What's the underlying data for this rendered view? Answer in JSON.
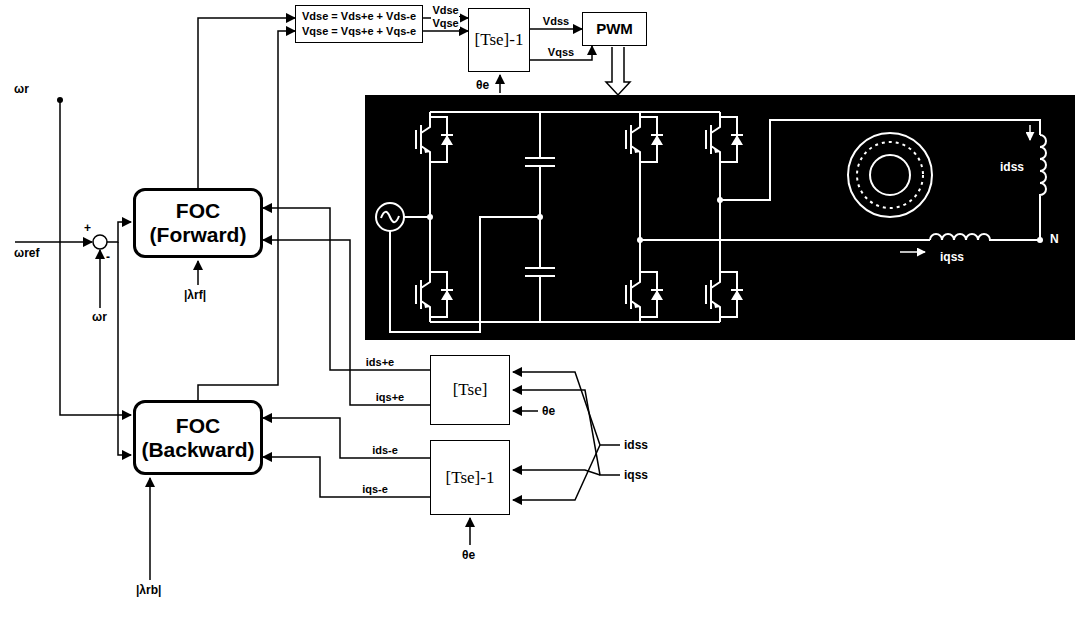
{
  "diagram": {
    "nodes": [
      {
        "text": [
          "Vdse = Vds+e + Vds-e",
          "Vqse = Vqs+e + Vqs-e"
        ]
      },
      {
        "text": [
          "[Tse]-1"
        ]
      },
      {
        "text": [
          "PWM"
        ]
      },
      {
        "text": [
          "FOC (Forward)"
        ]
      },
      {
        "text": [
          "[Tse]"
        ]
      },
      {
        "text": [
          "[Tse]-1"
        ]
      },
      {
        "text": [
          "FOC (Backward)"
        ]
      }
    ],
    "edges": [
      {
        "from": 3,
        "to": 0,
        "arrow": "to"
      },
      {
        "from": 6,
        "to": 0,
        "arrow": "to"
      },
      {
        "from": 0,
        "to": 1,
        "arrow": "to",
        "label": "Vdse"
      },
      {
        "from": 0,
        "to": 1,
        "arrow": "to",
        "label": "Vqse"
      },
      {
        "from": 1,
        "to": 2,
        "arrow": "to",
        "label": "Vdss"
      },
      {
        "from": 1,
        "to": 2,
        "arrow": "to",
        "label": "Vqss"
      },
      {
        "from": 4,
        "to": 3,
        "arrow": "to",
        "label": "ids+e"
      },
      {
        "from": 4,
        "to": 3,
        "arrow": "to",
        "label": "iqs+e"
      },
      {
        "from": 5,
        "to": 6,
        "arrow": "to",
        "label": "ids-e"
      },
      {
        "from": 5,
        "to": 6,
        "arrow": "to",
        "label": "iqs-e"
      }
    ],
    "labels": [
      "ωr",
      "ωref",
      "+",
      "-",
      "ωr",
      "|λrf|",
      "|λrb|",
      "θe",
      "θe",
      "θe",
      "idss",
      "iqss",
      "idss",
      "iqss",
      "N"
    ]
  }
}
